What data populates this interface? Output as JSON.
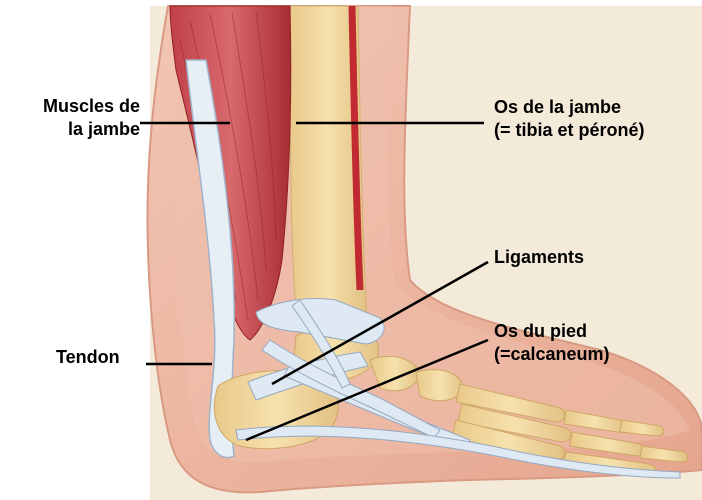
{
  "labels": {
    "muscles": [
      "Muscles de",
      "la jambe"
    ],
    "leg_bones": [
      "Os de la jambe",
      "(= tibia et péroné)"
    ],
    "ligaments": "Ligaments",
    "foot_bones": [
      "Os du pied",
      "(=calcaneum)"
    ],
    "tendon": "Tendon"
  },
  "colors": {
    "skin": "#eab49f",
    "skin_dark": "#d98f78",
    "muscle": "#b8343a",
    "muscle_light": "#d66a6a",
    "bone": "#f3d9a0",
    "bone_edge": "#d8b877",
    "tendon": "#e4ecf4",
    "tendon_edge": "#9fb3c8",
    "pointer": "#000000"
  }
}
